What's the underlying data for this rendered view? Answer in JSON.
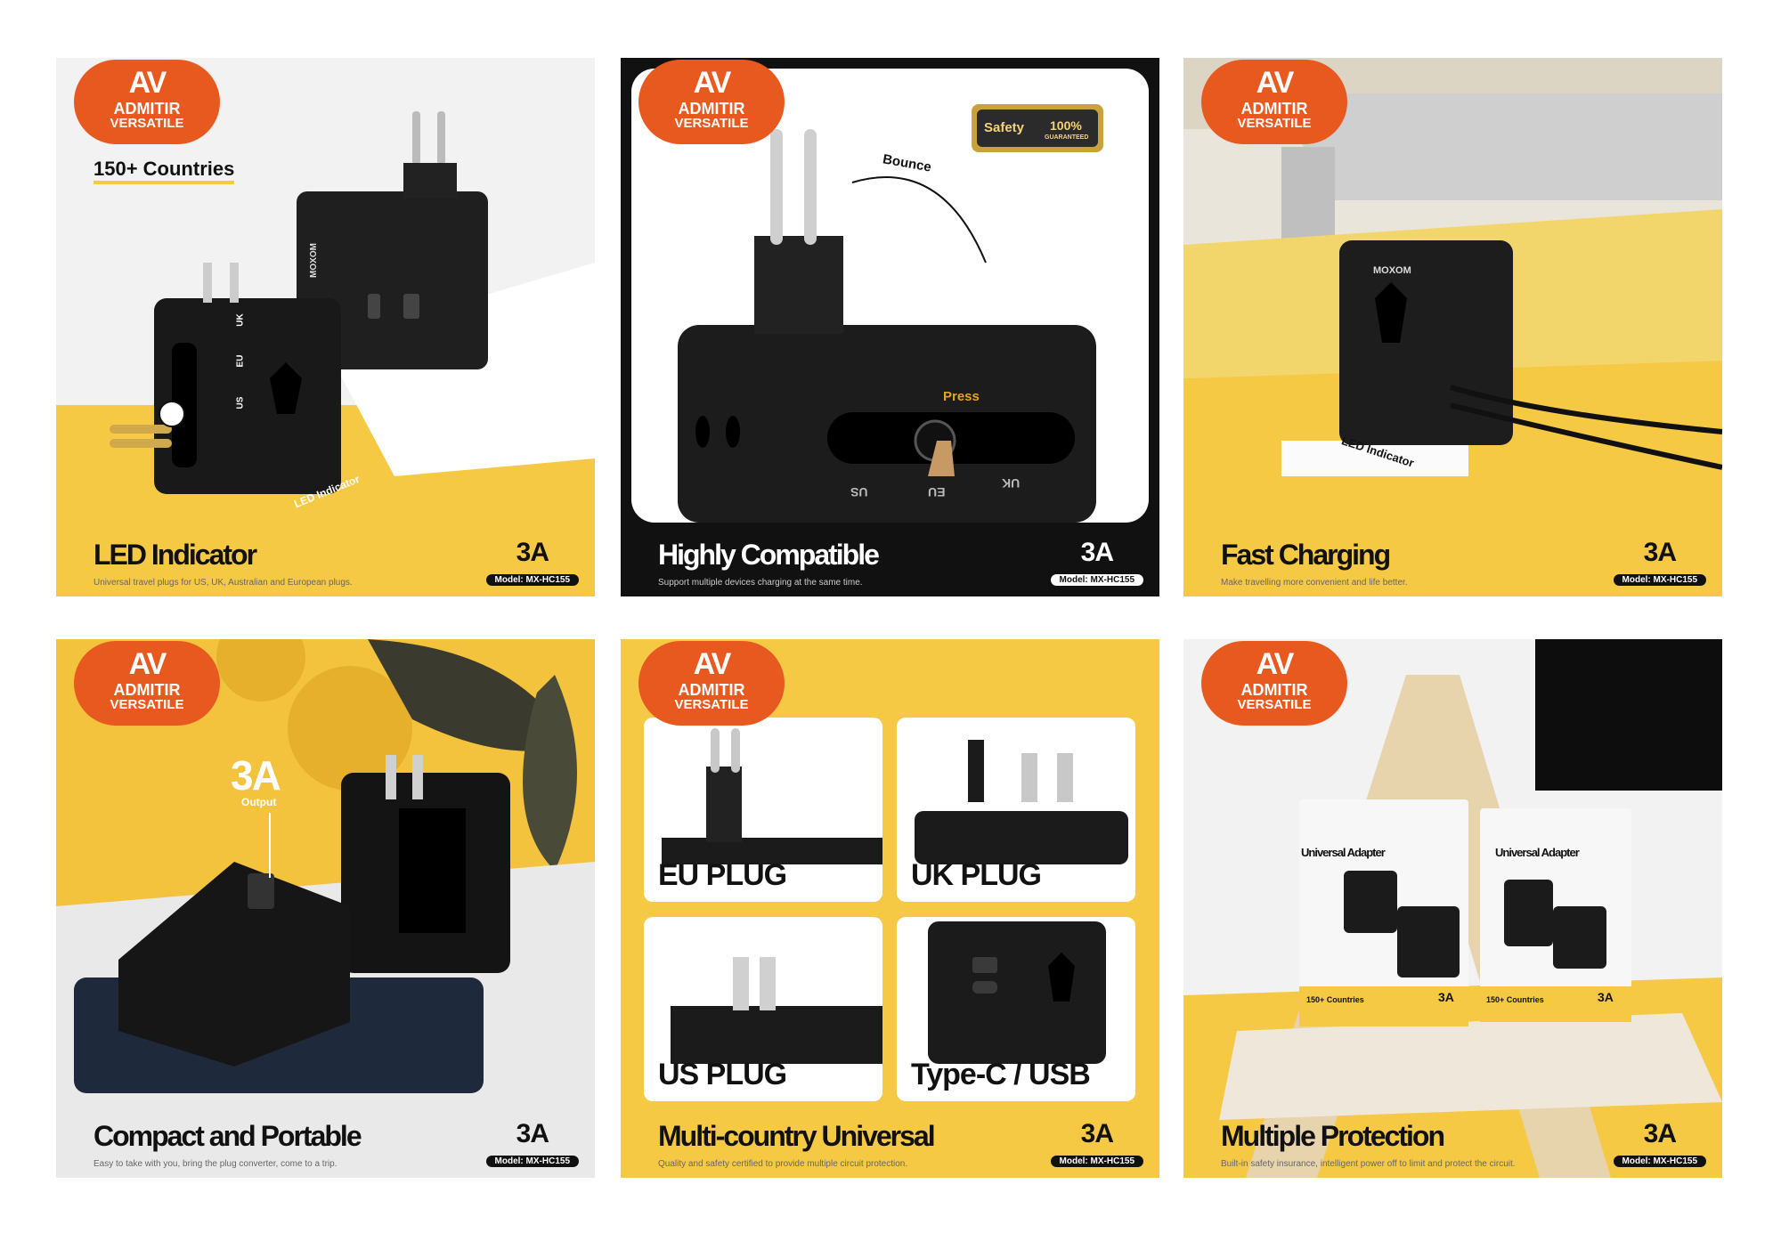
{
  "brand": {
    "logo": "AV",
    "line1": "ADMITIR",
    "line2": "VERSATILE",
    "color": "#e8591f"
  },
  "common": {
    "amperage": "3A",
    "model": "Model: MX-HC155"
  },
  "panels": [
    {
      "title": "LED Indicator",
      "subtitle": "Universal travel plugs for US, UK, Australian and European plugs.",
      "countries": "150+ Countries",
      "led_label": "LED Indicator",
      "ports": [
        "UK",
        "EU",
        "US"
      ],
      "device_brand": "MOXOM"
    },
    {
      "title": "Highly Compatible",
      "subtitle": "Support multiple devices charging at the same time.",
      "safety_left": "Safety",
      "safety_right": "100%",
      "safety_sub": "GUARANTEED",
      "bounce": "Bounce",
      "press": "Press",
      "ports": [
        "US",
        "EU",
        "UK"
      ]
    },
    {
      "title": "Fast Charging",
      "subtitle": "Make travelling more convenient and life better.",
      "led_label": "LED Indicator",
      "device_brand": "MOXOM"
    },
    {
      "title": "Compact and Portable",
      "subtitle": "Easy to take with you, bring the plug converter, come to a trip.",
      "output_value": "3A",
      "output_label": "Output"
    },
    {
      "title": "Multi-country Universal",
      "subtitle": "Quality and safety certified to provide multiple circuit protection.",
      "plugs": [
        "EU PLUG",
        "UK PLUG",
        "US  PLUG",
        "Type-C / USB"
      ]
    },
    {
      "title": "Multiple Protection",
      "subtitle": "Built-in safety insurance, intelligent power off to limit and protect the circuit.",
      "box_title": "Universal Adapter",
      "box_countries": "150+ Countries",
      "box_amp": "3A"
    }
  ],
  "colors": {
    "yellow": "#f6c945",
    "dark": "#1c1c1c",
    "white": "#ffffff"
  }
}
